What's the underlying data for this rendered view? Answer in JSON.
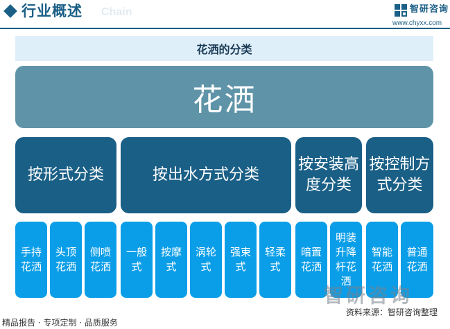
{
  "header": {
    "title": "行业概述",
    "watermark_text": "Chain",
    "logo_text": "智研咨询",
    "site_url": "www.chyxx.com"
  },
  "diagram": {
    "title": "花洒的分类",
    "root": "花洒",
    "categories": [
      {
        "label": "按形式分类",
        "leaves": [
          [
            "手持",
            "花洒"
          ],
          [
            "头顶",
            "花洒"
          ],
          [
            "侧喷",
            "花洒"
          ]
        ]
      },
      {
        "label": "按出水方式分类",
        "leaves": [
          [
            "一般",
            "式"
          ],
          [
            "按摩",
            "式"
          ],
          [
            "涡轮",
            "式"
          ],
          [
            "强束",
            "式"
          ],
          [
            "轻柔",
            "式"
          ]
        ]
      },
      {
        "label": "按安装高度分类",
        "leaves": [
          [
            "暗置",
            "花洒"
          ],
          [
            "明装",
            "升降",
            "杆花",
            "洒"
          ]
        ]
      },
      {
        "label": "按控制方式分类",
        "leaves": [
          [
            "智能",
            "花洒"
          ],
          [
            "普通",
            "花洒"
          ]
        ]
      }
    ]
  },
  "footer": {
    "left": "精品报告 · 专项定制 · 品质服务",
    "source": "资料来源：智研咨询整理"
  },
  "watermark_logo": "智研咨询",
  "colors": {
    "brand": "#1b5f86",
    "title_bar": "#dfeffa",
    "root_box": "#5f94a8",
    "category_box": "#1a5f86",
    "leaf_box": "#0b9ee8"
  }
}
